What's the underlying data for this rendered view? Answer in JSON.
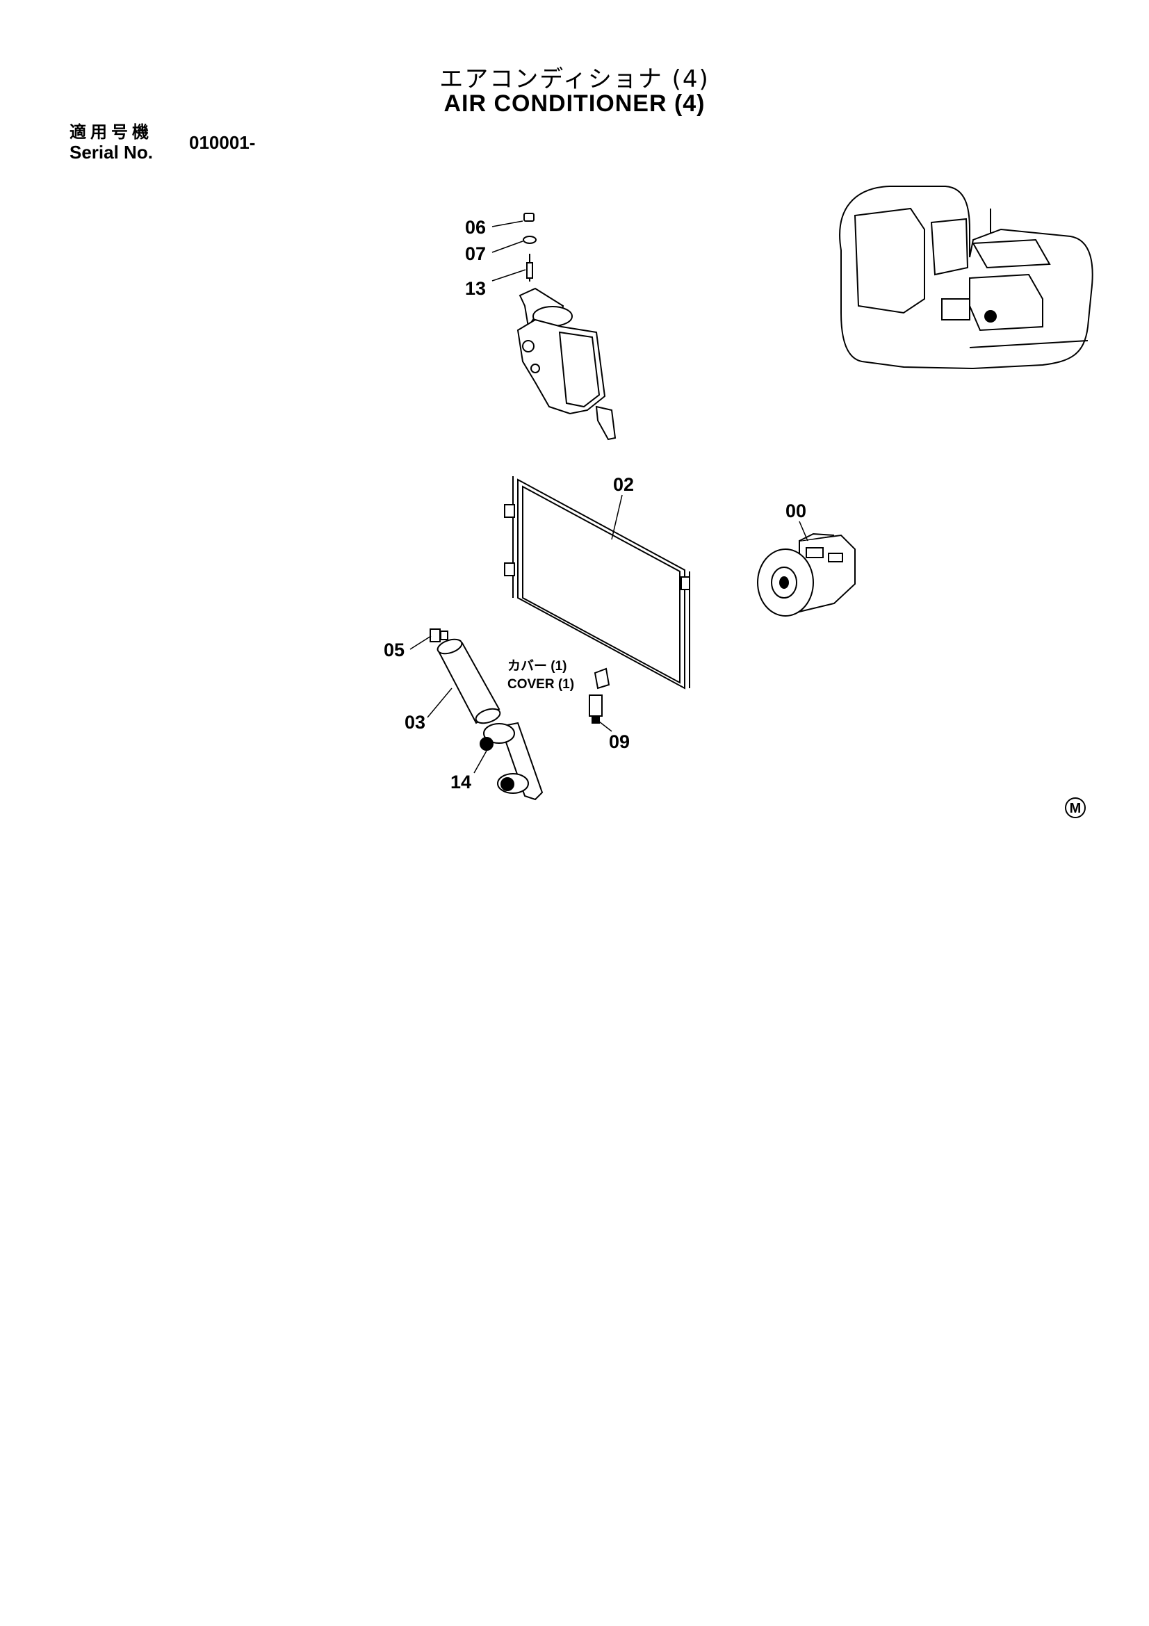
{
  "header": {
    "title_jp": "エアコンディショナ (4)",
    "title_en": "AIR CONDITIONER (4)"
  },
  "serial": {
    "label_jp": "適用号機",
    "label_en": "Serial No.",
    "value": "010001-"
  },
  "callouts": {
    "c06": "06",
    "c07": "07",
    "c13": "13",
    "c02": "02",
    "c00": "00",
    "c05": "05",
    "c03": "03",
    "c09": "09",
    "c14": "14"
  },
  "note": {
    "cover_jp": "カバー (1)",
    "cover_en": "COVER (1)"
  },
  "mark": "M"
}
